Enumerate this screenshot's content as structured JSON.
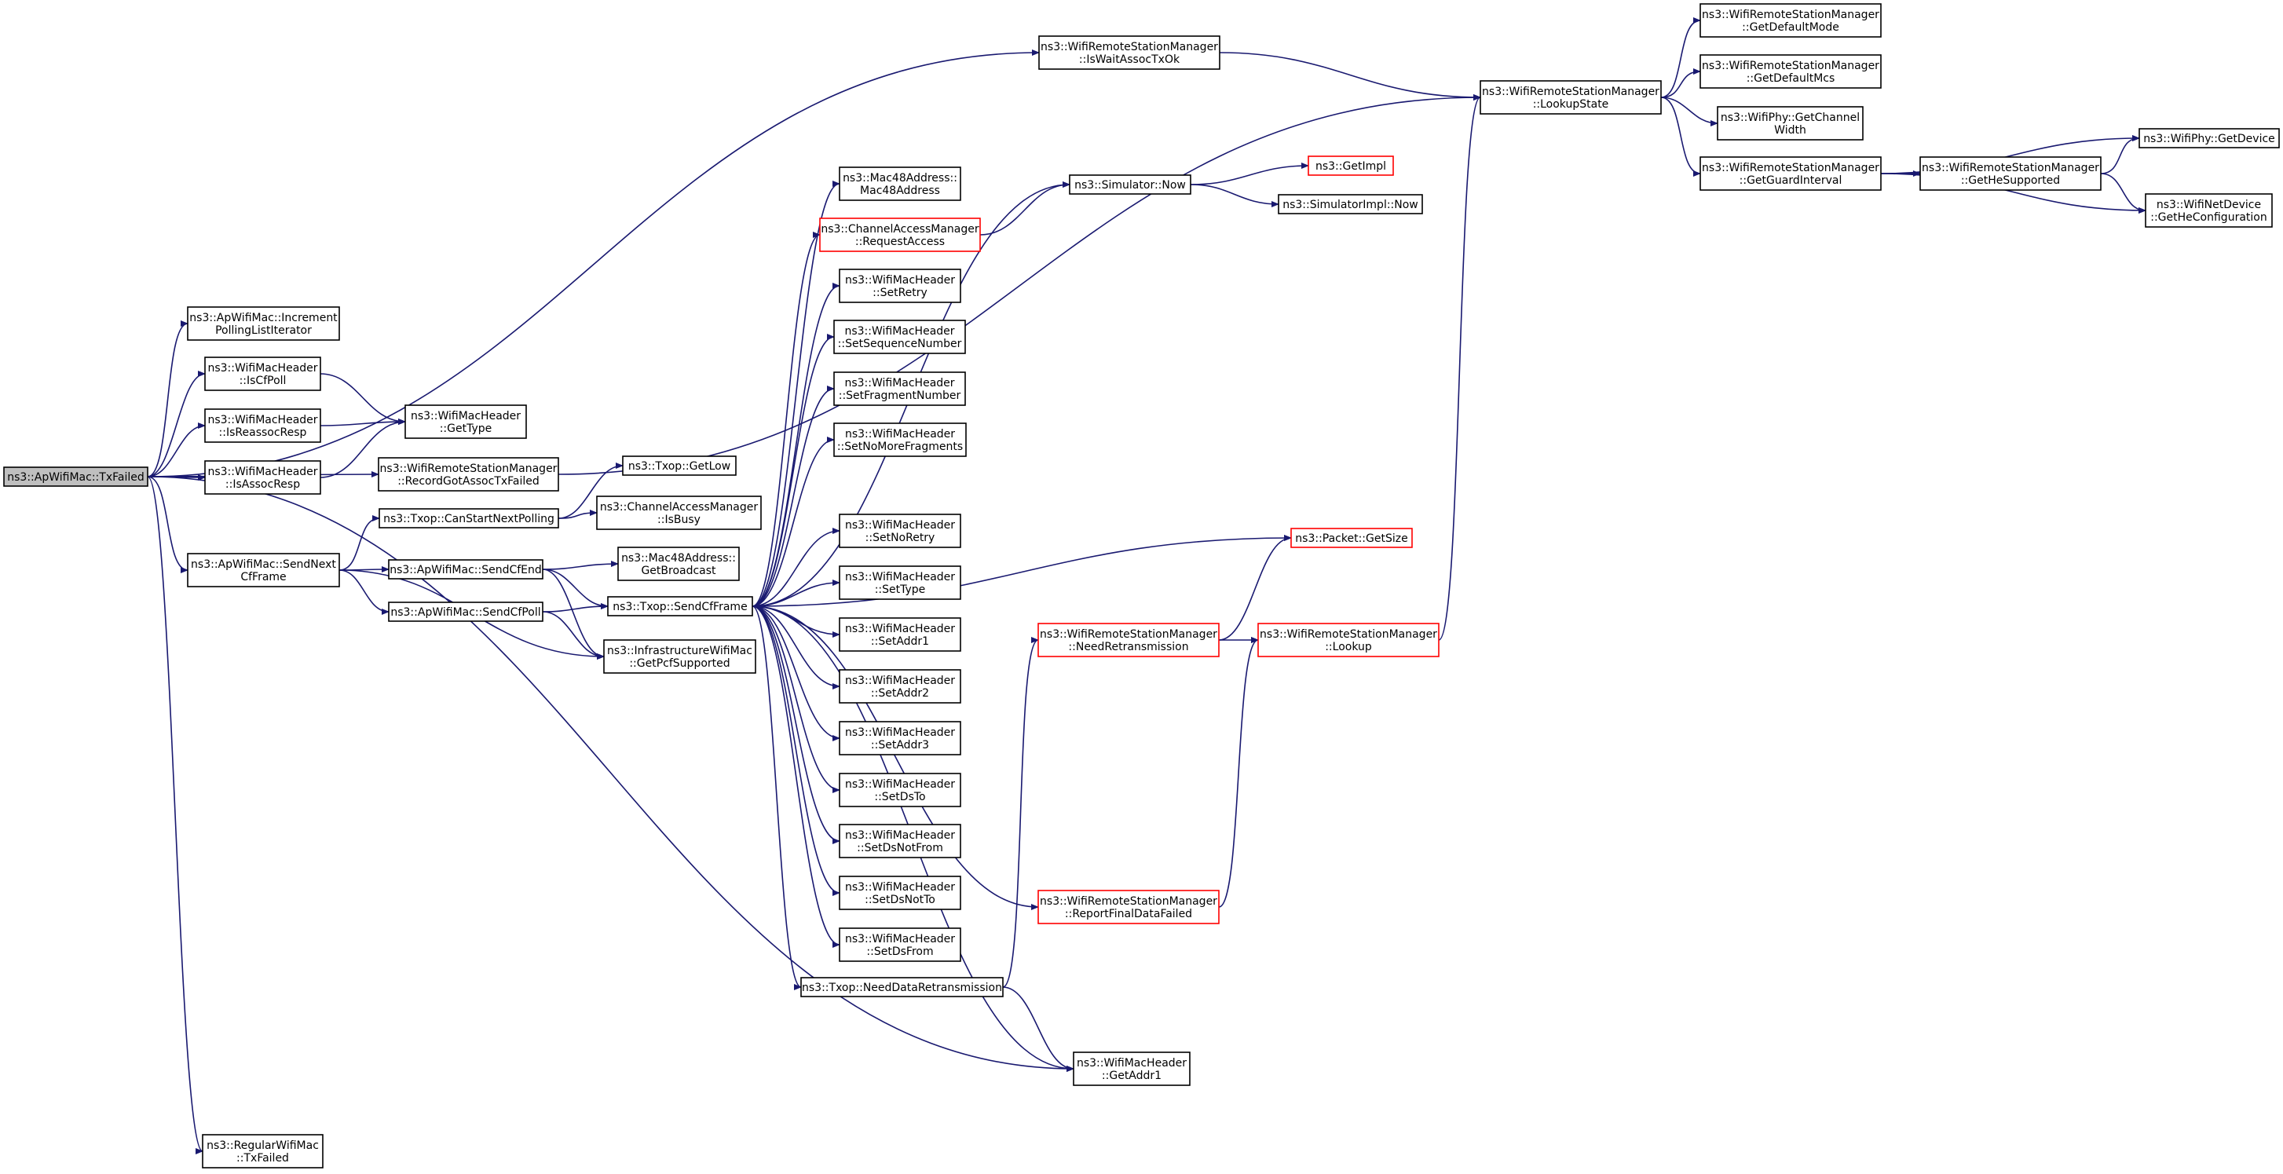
{
  "nodes": [
    {
      "id": "root",
      "lines": [
        "ns3::ApWifiMac::TxFailed"
      ],
      "red": false,
      "root": true
    },
    {
      "id": "incPoll",
      "lines": [
        "ns3::ApWifiMac::Increment",
        "PollingListIterator"
      ],
      "red": false
    },
    {
      "id": "isCfPoll",
      "lines": [
        "ns3::WifiMacHeader",
        "::IsCfPoll"
      ],
      "red": false
    },
    {
      "id": "isReassoc",
      "lines": [
        "ns3::WifiMacHeader",
        "::IsReassocResp"
      ],
      "red": false
    },
    {
      "id": "isAssoc",
      "lines": [
        "ns3::WifiMacHeader",
        "::IsAssocResp"
      ],
      "red": false
    },
    {
      "id": "getType",
      "lines": [
        "ns3::WifiMacHeader",
        "::GetType"
      ],
      "red": false
    },
    {
      "id": "recordGot",
      "lines": [
        "ns3::WifiRemoteStationManager",
        "::RecordGotAssocTxFailed"
      ],
      "red": false
    },
    {
      "id": "canStart",
      "lines": [
        "ns3::Txop::CanStartNextPolling"
      ],
      "red": false
    },
    {
      "id": "sendNext",
      "lines": [
        "ns3::ApWifiMac::SendNext",
        "CfFrame"
      ],
      "red": false
    },
    {
      "id": "sendCfEnd",
      "lines": [
        "ns3::ApWifiMac::SendCfEnd"
      ],
      "red": false
    },
    {
      "id": "sendCfPoll",
      "lines": [
        "ns3::ApWifiMac::SendCfPoll"
      ],
      "red": false
    },
    {
      "id": "regularTx",
      "lines": [
        "ns3::RegularWifiMac",
        "::TxFailed"
      ],
      "red": false
    },
    {
      "id": "getLow",
      "lines": [
        "ns3::Txop::GetLow"
      ],
      "red": false
    },
    {
      "id": "isBusy",
      "lines": [
        "ns3::ChannelAccessManager",
        "::IsBusy"
      ],
      "red": false
    },
    {
      "id": "getBroadcast",
      "lines": [
        "ns3::Mac48Address::",
        "GetBroadcast"
      ],
      "red": false
    },
    {
      "id": "sendCfFrame",
      "lines": [
        "ns3::Txop::SendCfFrame"
      ],
      "red": false
    },
    {
      "id": "getPcf",
      "lines": [
        "ns3::InfrastructureWifiMac",
        "::GetPcfSupported"
      ],
      "red": false
    },
    {
      "id": "mac48",
      "lines": [
        "ns3::Mac48Address::",
        "Mac48Address"
      ],
      "red": false
    },
    {
      "id": "requestAccess",
      "lines": [
        "ns3::ChannelAccessManager",
        "::RequestAccess"
      ],
      "red": true
    },
    {
      "id": "setRetry",
      "lines": [
        "ns3::WifiMacHeader",
        "::SetRetry"
      ],
      "red": false
    },
    {
      "id": "setSeq",
      "lines": [
        "ns3::WifiMacHeader",
        "::SetSequenceNumber"
      ],
      "red": false
    },
    {
      "id": "setFrag",
      "lines": [
        "ns3::WifiMacHeader",
        "::SetFragmentNumber"
      ],
      "red": false
    },
    {
      "id": "setNoMore",
      "lines": [
        "ns3::WifiMacHeader",
        "::SetNoMoreFragments"
      ],
      "red": false
    },
    {
      "id": "setNoRetry",
      "lines": [
        "ns3::WifiMacHeader",
        "::SetNoRetry"
      ],
      "red": false
    },
    {
      "id": "setType",
      "lines": [
        "ns3::WifiMacHeader",
        "::SetType"
      ],
      "red": false
    },
    {
      "id": "setAddr1",
      "lines": [
        "ns3::WifiMacHeader",
        "::SetAddr1"
      ],
      "red": false
    },
    {
      "id": "setAddr2",
      "lines": [
        "ns3::WifiMacHeader",
        "::SetAddr2"
      ],
      "red": false
    },
    {
      "id": "setAddr3",
      "lines": [
        "ns3::WifiMacHeader",
        "::SetAddr3"
      ],
      "red": false
    },
    {
      "id": "setDsTo",
      "lines": [
        "ns3::WifiMacHeader",
        "::SetDsTo"
      ],
      "red": false
    },
    {
      "id": "setDsNotFrom",
      "lines": [
        "ns3::WifiMacHeader",
        "::SetDsNotFrom"
      ],
      "red": false
    },
    {
      "id": "setDsNotTo",
      "lines": [
        "ns3::WifiMacHeader",
        "::SetDsNotTo"
      ],
      "red": false
    },
    {
      "id": "setDsFrom",
      "lines": [
        "ns3::WifiMacHeader",
        "::SetDsFrom"
      ],
      "red": false
    },
    {
      "id": "needDataRetx",
      "lines": [
        "ns3::Txop::NeedDataRetransmission"
      ],
      "red": false
    },
    {
      "id": "getAddr1",
      "lines": [
        "ns3::WifiMacHeader",
        "::GetAddr1"
      ],
      "red": false
    },
    {
      "id": "isWaitAssoc",
      "lines": [
        "ns3::WifiRemoteStationManager",
        "::IsWaitAssocTxOk"
      ],
      "red": false
    },
    {
      "id": "simNow",
      "lines": [
        "ns3::Simulator::Now"
      ],
      "red": false
    },
    {
      "id": "getImpl",
      "lines": [
        "ns3::GetImpl"
      ],
      "red": true
    },
    {
      "id": "simImplNow",
      "lines": [
        "ns3::SimulatorImpl::Now"
      ],
      "red": false
    },
    {
      "id": "packetGetSize",
      "lines": [
        "ns3::Packet::GetSize"
      ],
      "red": true
    },
    {
      "id": "needRetx",
      "lines": [
        "ns3::WifiRemoteStationManager",
        "::NeedRetransmission"
      ],
      "red": true
    },
    {
      "id": "lookup",
      "lines": [
        "ns3::WifiRemoteStationManager",
        "::Lookup"
      ],
      "red": true
    },
    {
      "id": "reportFinal",
      "lines": [
        "ns3::WifiRemoteStationManager",
        "::ReportFinalDataFailed"
      ],
      "red": true
    },
    {
      "id": "lookupState",
      "lines": [
        "ns3::WifiRemoteStationManager",
        "::LookupState"
      ],
      "red": false
    },
    {
      "id": "getDefaultMode",
      "lines": [
        "ns3::WifiRemoteStationManager",
        "::GetDefaultMode"
      ],
      "red": false
    },
    {
      "id": "getDefaultMcs",
      "lines": [
        "ns3::WifiRemoteStationManager",
        "::GetDefaultMcs"
      ],
      "red": false
    },
    {
      "id": "getChannelWidth",
      "lines": [
        "ns3::WifiPhy::GetChannel",
        "Width"
      ],
      "red": false
    },
    {
      "id": "getGuard",
      "lines": [
        "ns3::WifiRemoteStationManager",
        "::GetGuardInterval"
      ],
      "red": false
    },
    {
      "id": "getHeSupported",
      "lines": [
        "ns3::WifiRemoteStationManager",
        "::GetHeSupported"
      ],
      "red": false
    },
    {
      "id": "phyGetDevice",
      "lines": [
        "ns3::WifiPhy::GetDevice"
      ],
      "red": false
    },
    {
      "id": "getHeConfig",
      "lines": [
        "ns3::WifiNetDevice",
        "::GetHeConfiguration"
      ],
      "red": false
    }
  ],
  "edges": [
    [
      "root",
      "isWaitAssoc"
    ],
    [
      "root",
      "incPoll"
    ],
    [
      "root",
      "isCfPoll"
    ],
    [
      "root",
      "isReassoc"
    ],
    [
      "root",
      "isAssoc"
    ],
    [
      "root",
      "recordGot"
    ],
    [
      "root",
      "sendNext"
    ],
    [
      "root",
      "getAddr1"
    ],
    [
      "root",
      "regularTx"
    ],
    [
      "isCfPoll",
      "getType"
    ],
    [
      "isReassoc",
      "getType"
    ],
    [
      "isAssoc",
      "getType"
    ],
    [
      "recordGot",
      "lookupState"
    ],
    [
      "canStart",
      "getLow"
    ],
    [
      "canStart",
      "isBusy"
    ],
    [
      "sendNext",
      "canStart"
    ],
    [
      "sendNext",
      "sendCfEnd"
    ],
    [
      "sendNext",
      "sendCfPoll"
    ],
    [
      "sendNext",
      "getPcf"
    ],
    [
      "sendCfEnd",
      "getBroadcast"
    ],
    [
      "sendCfEnd",
      "sendCfFrame"
    ],
    [
      "sendCfEnd",
      "getPcf"
    ],
    [
      "sendCfPoll",
      "sendCfFrame"
    ],
    [
      "sendCfPoll",
      "getPcf"
    ],
    [
      "sendCfFrame",
      "simNow"
    ],
    [
      "sendCfFrame",
      "mac48"
    ],
    [
      "sendCfFrame",
      "requestAccess"
    ],
    [
      "sendCfFrame",
      "setRetry"
    ],
    [
      "sendCfFrame",
      "setSeq"
    ],
    [
      "sendCfFrame",
      "setFrag"
    ],
    [
      "sendCfFrame",
      "setNoMore"
    ],
    [
      "sendCfFrame",
      "packetGetSize"
    ],
    [
      "sendCfFrame",
      "setNoRetry"
    ],
    [
      "sendCfFrame",
      "setType"
    ],
    [
      "sendCfFrame",
      "setAddr1"
    ],
    [
      "sendCfFrame",
      "setAddr2"
    ],
    [
      "sendCfFrame",
      "setAddr3"
    ],
    [
      "sendCfFrame",
      "setDsTo"
    ],
    [
      "sendCfFrame",
      "setDsNotFrom"
    ],
    [
      "sendCfFrame",
      "setDsNotTo"
    ],
    [
      "sendCfFrame",
      "setDsFrom"
    ],
    [
      "sendCfFrame",
      "needDataRetx"
    ],
    [
      "sendCfFrame",
      "reportFinal"
    ],
    [
      "sendCfFrame",
      "getAddr1"
    ],
    [
      "requestAccess",
      "simNow"
    ],
    [
      "simNow",
      "getImpl"
    ],
    [
      "simNow",
      "simImplNow"
    ],
    [
      "needDataRetx",
      "needRetx"
    ],
    [
      "needDataRetx",
      "getAddr1"
    ],
    [
      "needRetx",
      "packetGetSize"
    ],
    [
      "needRetx",
      "lookup"
    ],
    [
      "reportFinal",
      "lookup"
    ],
    [
      "lookup",
      "lookupState"
    ],
    [
      "isWaitAssoc",
      "lookupState"
    ],
    [
      "lookupState",
      "getDefaultMode"
    ],
    [
      "lookupState",
      "getDefaultMcs"
    ],
    [
      "lookupState",
      "getChannelWidth"
    ],
    [
      "lookupState",
      "getGuard"
    ],
    [
      "getGuard",
      "getHeSupported"
    ],
    [
      "getGuard",
      "phyGetDevice"
    ],
    [
      "getGuard",
      "getHeConfig"
    ],
    [
      "getHeSupported",
      "phyGetDevice"
    ],
    [
      "getHeSupported",
      "getHeConfig"
    ]
  ]
}
